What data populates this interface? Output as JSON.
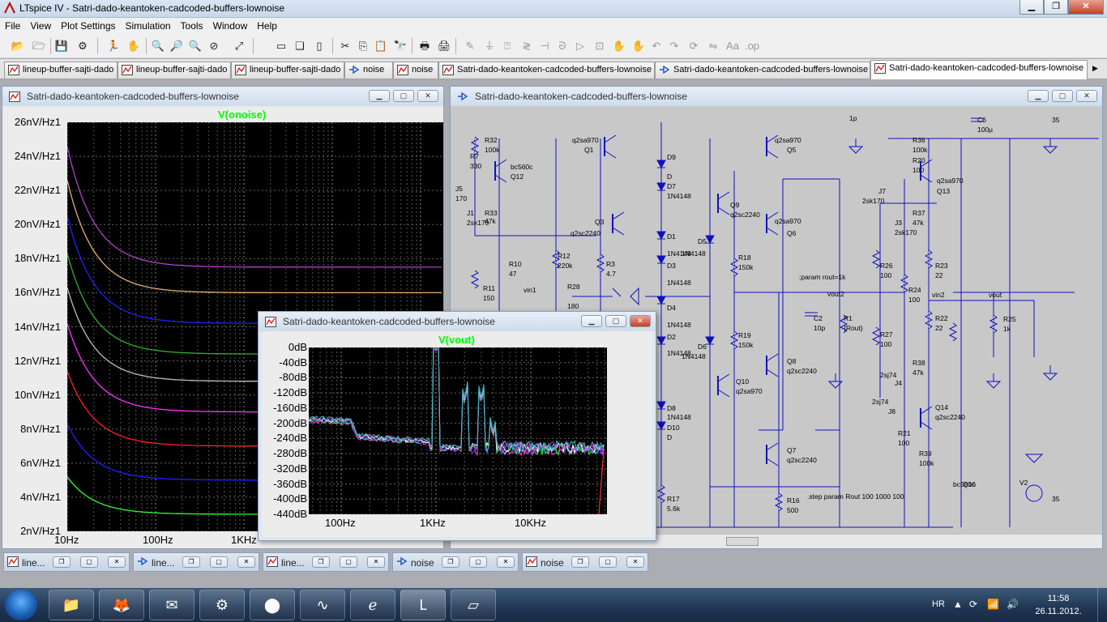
{
  "window": {
    "title": "LTspice IV - Satri-dado-keantoken-cadcoded-buffers-lownoise"
  },
  "menu": [
    "File",
    "View",
    "Plot Settings",
    "Simulation",
    "Tools",
    "Window",
    "Help"
  ],
  "tabs": [
    {
      "label": "lineup-buffer-sajti-dado",
      "type": "plot"
    },
    {
      "label": "lineup-buffer-sajti-dado",
      "type": "plot"
    },
    {
      "label": "lineup-buffer-sajti-dado",
      "type": "plot"
    },
    {
      "label": "noise",
      "type": "schematic"
    },
    {
      "label": "noise",
      "type": "plot"
    },
    {
      "label": "Satri-dado-keantoken-cadcoded-buffers-lownoise",
      "type": "plot"
    },
    {
      "label": "Satri-dado-keantoken-cadcoded-buffers-lownoise",
      "type": "schematic"
    },
    {
      "label": "Satri-dado-keantoken-cadcoded-buffers-lownoise",
      "type": "plot",
      "active": true
    }
  ],
  "noise_window": {
    "title": "Satri-dado-keantoken-cadcoded-buffers-lownoise",
    "trace": "V(onoise)",
    "chart_data": {
      "type": "line",
      "title": "V(onoise)",
      "xscale": "log",
      "xlim": [
        10,
        1000000
      ],
      "ylim": [
        2,
        26
      ],
      "yticks": [
        "26nV/Hz1",
        "24nV/Hz1",
        "22nV/Hz1",
        "20nV/Hz1",
        "18nV/Hz1",
        "16nV/Hz1",
        "14nV/Hz1",
        "12nV/Hz1",
        "10nV/Hz1",
        "8nV/Hz1",
        "6nV/Hz1",
        "4nV/Hz1",
        "2nV/Hz1"
      ],
      "xticks": [
        "10Hz",
        "100Hz",
        "1KHz"
      ],
      "grid": true,
      "series": [
        {
          "color": "#b040d0",
          "values": {
            "start": 24.6,
            "end": 17.5
          }
        },
        {
          "color": "#e8b070",
          "values": {
            "start": 22.6,
            "end": 16.0
          }
        },
        {
          "color": "#2020ff",
          "values": {
            "start": 20.5,
            "end": 14.2
          }
        },
        {
          "color": "#30b030",
          "values": {
            "start": 18.3,
            "end": 12.4
          }
        },
        {
          "color": "#c0c0c0",
          "values": {
            "start": 16.3,
            "end": 10.8
          }
        },
        {
          "color": "#ff30ff",
          "values": {
            "start": 14.2,
            "end": 9.0
          }
        },
        {
          "color": "#ff2020",
          "values": {
            "start": 11.4,
            "end": 7.0
          }
        },
        {
          "color": "#2020ff",
          "values": {
            "start": 8.3,
            "end": 5.0
          }
        },
        {
          "color": "#30ff30",
          "values": {
            "start": 5.2,
            "end": 3.0
          }
        }
      ]
    }
  },
  "vout_window": {
    "title": "Satri-dado-keantoken-cadcoded-buffers-lownoise",
    "trace": "V(vout)",
    "chart_data": {
      "type": "line",
      "title": "V(vout)",
      "xscale": "log",
      "ylim": [
        -440,
        0
      ],
      "yticks": [
        "0dB",
        "-40dB",
        "-80dB",
        "-120dB",
        "-160dB",
        "-200dB",
        "-240dB",
        "-280dB",
        "-320dB",
        "-360dB",
        "-400dB",
        "-440dB"
      ],
      "xticks": [
        "100Hz",
        "1KHz",
        "10KHz"
      ],
      "grid": true,
      "series_colors": [
        "#ff40ff",
        "#30ff30",
        "#4040ff",
        "#ffffff",
        "#c040c0",
        "#30c0c0"
      ],
      "peaks": [
        {
          "x": 1000,
          "y": -20
        },
        {
          "x": 2000,
          "y": -150
        },
        {
          "x": 3000,
          "y": -150
        },
        {
          "x": 4000,
          "y": -240
        }
      ],
      "floor": -270
    }
  },
  "schematic_window": {
    "title": "Satri-dado-keantoken-cadcoded-buffers-lownoise",
    "labels": [
      "R32",
      "100k",
      "R7",
      "330",
      "bc560c",
      "Q12",
      "J5",
      "170",
      "R33",
      "47k",
      "J1",
      "2sk170",
      "R10",
      "47",
      "R11",
      "150",
      "R12",
      "220k",
      "R28",
      "180",
      "vin1",
      "q2sa970",
      "Q1",
      "D9",
      "D",
      "D7",
      "1N4148",
      "Q3",
      "q2sc2240",
      "R3",
      "4.7",
      "D1",
      "1N4148",
      "D3",
      "1N4148",
      "D4",
      "1N4148",
      "D2",
      "1N4148",
      "D8",
      "1N4148",
      "D10",
      "D",
      "R17",
      "5.6k",
      "Q9",
      "q2sc2240",
      "D5",
      "1N4148",
      "D6",
      "1N4148",
      "R18",
      "150k",
      "R19",
      "150k",
      "Q10",
      "q2sa970",
      "q2sa970",
      "Q5",
      "q2sa970",
      "Q6",
      "Q8",
      "q2sc2240",
      "Q7",
      "q2sc2240",
      "R16",
      "500",
      ";param rout=1k",
      "vout2",
      "C2",
      "10p",
      "R1",
      "{Rout}",
      ".step param Rout 100 1000 100",
      "R36",
      "100k",
      "R20",
      "100",
      "q2sa970",
      "Q13",
      "J7",
      "2sk170",
      "R37",
      "47k",
      "J3",
      "2sk170",
      "R26",
      "100",
      "R24",
      "100",
      "R23",
      "22",
      "vin2",
      "vout",
      "R22",
      "22",
      "R25",
      "1k",
      "R27",
      "100",
      "R38",
      "47k",
      "2sj74",
      "J4",
      "2sj74",
      "J8",
      "Q14",
      "q2sc2240",
      "R21",
      "100",
      "R39",
      "100k",
      "bc560c",
      "Q16",
      "V2",
      "35",
      "C6",
      "100µ",
      "35",
      "1p"
    ]
  },
  "minimized": [
    {
      "label": "line...",
      "type": "plot"
    },
    {
      "label": "line...",
      "type": "schematic"
    },
    {
      "label": "line...",
      "type": "plot"
    },
    {
      "label": "noise",
      "type": "schematic"
    },
    {
      "label": "noise",
      "type": "plot"
    }
  ],
  "taskbar": {
    "apps": [
      "explorer",
      "firefox",
      "email",
      "network",
      "antivirus",
      "oscilloscope",
      "ie",
      "ltspice",
      "notepad"
    ],
    "lang": "HR",
    "time": "11:58",
    "date": "26.11.2012."
  }
}
